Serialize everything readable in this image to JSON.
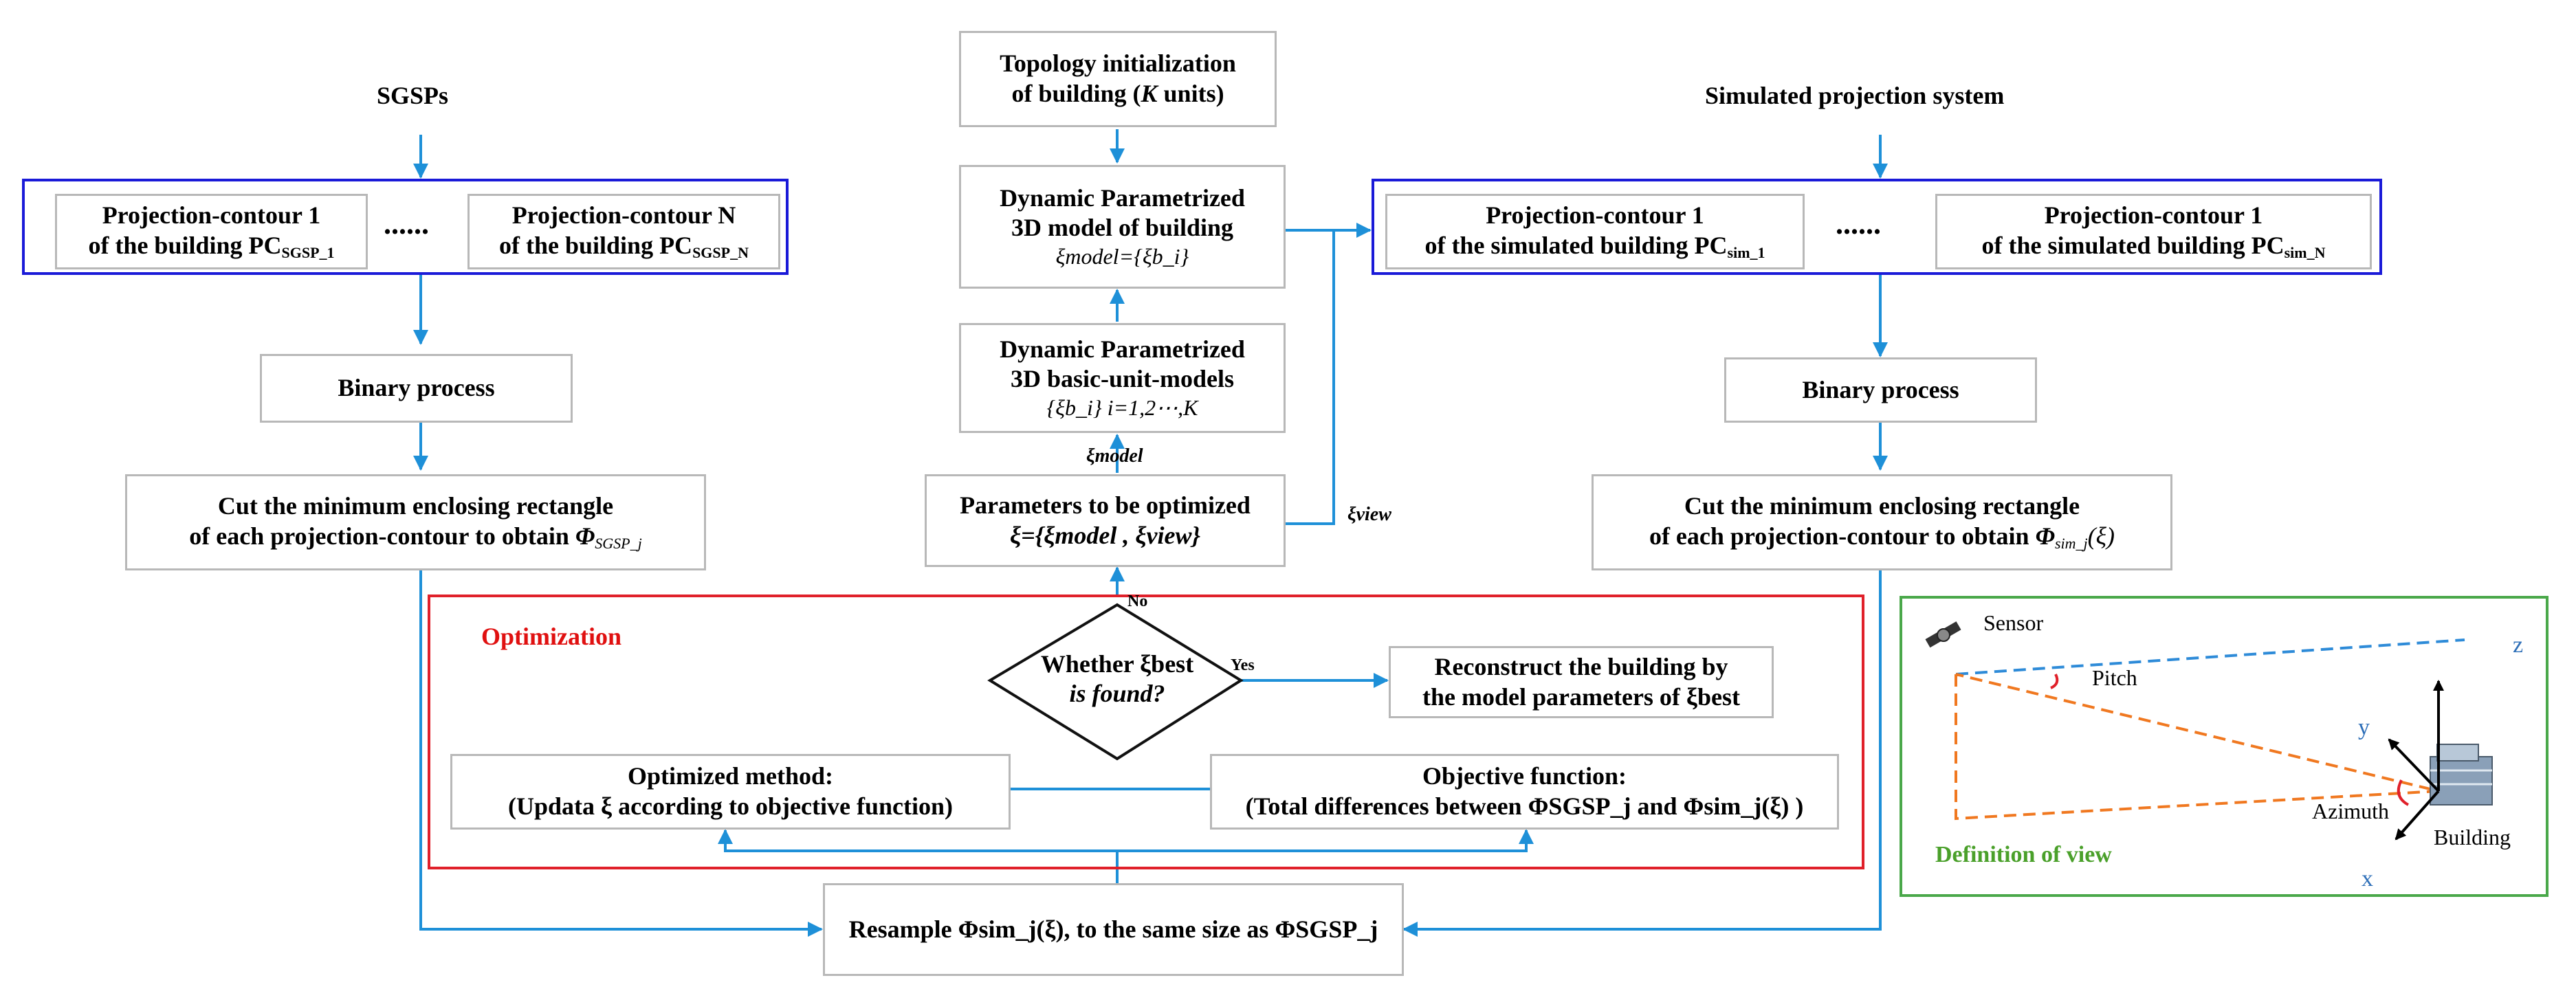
{
  "left": {
    "source": "SGSPs",
    "contour_first_line1": "Projection-contour 1",
    "contour_first_line2": "of  the building PC",
    "contour_first_sub": "SGSP_1",
    "contour_last_line1": "Projection-contour N",
    "contour_last_line2": "of  the building PC",
    "contour_last_sub": "SGSP_N",
    "ellipsis": "......",
    "binary": "Binary process",
    "cut_line1": "Cut the minimum enclosing rectangle",
    "cut_line2": "of each projection-contour to obtain",
    "cut_sym": "Φ",
    "cut_sub": "SGSP_j"
  },
  "center": {
    "topology_line1": "Topology initialization",
    "topology_line2a": "of building (",
    "topology_k": "K",
    "topology_line2b": " units)",
    "model_line1": "Dynamic Parametrized",
    "model_line2": "3D model of building",
    "model_formula": "ξmodel={ξb_i}",
    "basic_line1": "Dynamic Parametrized",
    "basic_line2": "3D basic-unit-models",
    "basic_formula": "{ξb_i} i=1,2⋯,K",
    "xi_model_label": "ξmodel",
    "params_line1": "Parameters to be optimized",
    "params_formula": "ξ={ξmodel , ξview}",
    "xi_view_label": "ξview"
  },
  "right": {
    "source": "Simulated projection system",
    "contour_first_line1": "Projection-contour 1",
    "contour_first_line2": "of  the simulated building PC",
    "contour_first_sub": "sim_1",
    "contour_last_line1": "Projection-contour 1",
    "contour_last_line2": "of  the simulated building PC",
    "contour_last_sub": "sim_N",
    "ellipsis": "......",
    "binary": "Binary process",
    "cut_line1": "Cut the minimum enclosing rectangle",
    "cut_line2": "of each projection-contour to obtain",
    "cut_sym": "Φ",
    "cut_sub": "sim_j",
    "cut_arg": "(ξ)"
  },
  "optimization": {
    "title": "Optimization",
    "decision_line1": "Whether ξbest",
    "decision_line2": "is found?",
    "no_label": "No",
    "yes_label": "Yes",
    "reconstruct_line1": "Reconstruct the building by",
    "reconstruct_line2": "the model parameters of ξbest",
    "method_line1": "Optimized method:",
    "method_line2": "(Updata ξ according to objective function)",
    "objective_line1": "Objective function:",
    "objective_line2": "(Total differences between  ΦSGSP_j and Φsim_j(ξ) )"
  },
  "resample": {
    "text": "Resample  Φsim_j(ξ), to the same size as  ΦSGSP_j"
  },
  "view_def": {
    "sensor": "Sensor",
    "pitch": "Pitch",
    "azimuth": "Azimuth",
    "building": "Building",
    "axis_x": "x",
    "axis_y": "y",
    "axis_z": "z",
    "caption": "Definition of view"
  },
  "colors": {
    "arrow": "#1e90d8",
    "blue_frame": "#1a1ad8",
    "red_frame": "#e0202a",
    "green_frame": "#4aa84a",
    "node_border": "#b8b8b8",
    "optimization_title": "#e01010",
    "caption_green": "#4aa02a",
    "pitch_line": "#2e8bd8",
    "dashed_orange": "#f07820"
  }
}
